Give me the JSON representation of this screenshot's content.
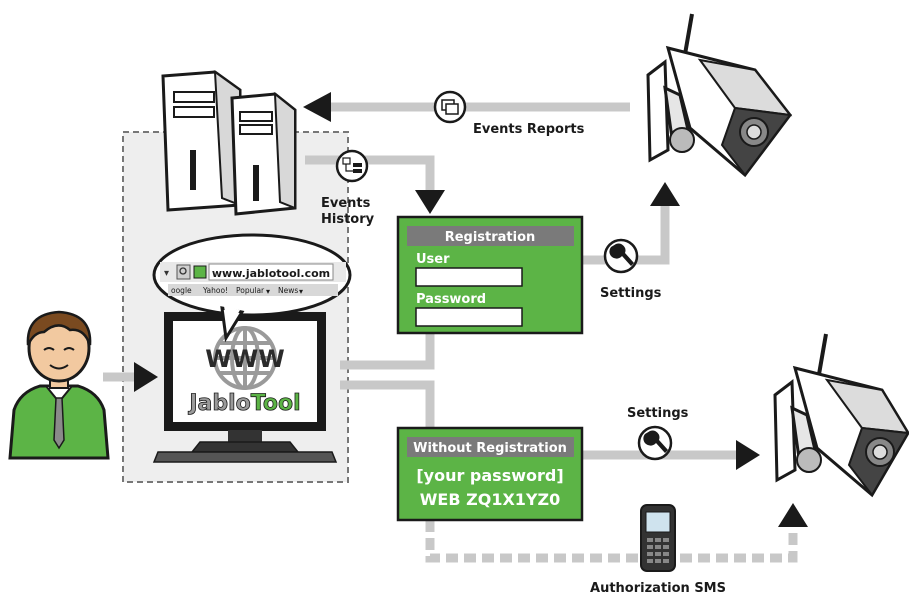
{
  "labels": {
    "events_reports": "Events Reports",
    "events_history_line1": "Events",
    "events_history_line2": "History",
    "settings_top": "Settings",
    "settings_bottom": "Settings",
    "authorization_sms": "Authorization SMS"
  },
  "browser": {
    "url": "www.jablotool.com",
    "bookmarks": [
      "oogle",
      "Yahoo!",
      "Popular",
      "News"
    ]
  },
  "monitor": {
    "www": "WWW",
    "brand_part1": "Jablo",
    "brand_part2": "Tool"
  },
  "registration_panel": {
    "title": "Registration",
    "user_label": "User",
    "password_label": "Password"
  },
  "no_registration_panel": {
    "title": "Without Registration",
    "line1": "[your password]",
    "line2": "WEB ZQ1X1YZ0"
  },
  "colors": {
    "panel_green": "#5cb446",
    "panel_header": "#7a7a7a",
    "connector_gray": "#c8c8c8",
    "arrow_black": "#1a1a1a",
    "person_shirt": "#5cb446"
  }
}
